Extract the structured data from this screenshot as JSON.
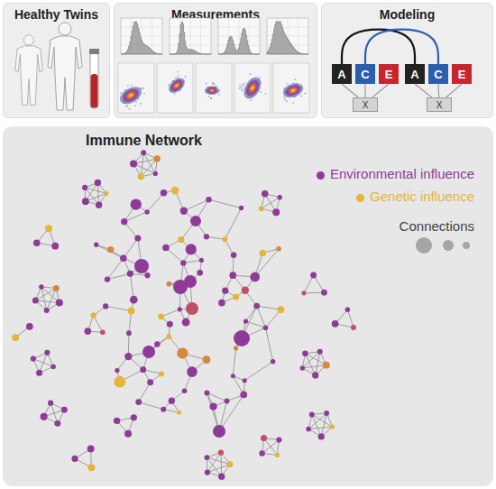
{
  "diagram": {
    "nodes": [
      {
        "text": [
          "Healthy Twins"
        ]
      },
      {
        "text": [
          "Measurements"
        ]
      },
      {
        "text": [
          "Modeling"
        ]
      },
      {
        "text": [
          "A"
        ],
        "in": 2
      },
      {
        "text": [
          "C"
        ],
        "in": 2
      },
      {
        "text": [
          "E"
        ],
        "in": 2
      },
      {
        "text": [
          "A"
        ],
        "in": 2
      },
      {
        "text": [
          "C"
        ],
        "in": 2
      },
      {
        "text": [
          "E"
        ],
        "in": 2
      },
      {
        "text": [
          "X"
        ],
        "in": 2
      },
      {
        "text": [
          "X"
        ],
        "in": 2
      },
      {
        "text": [
          "Immune Network"
        ]
      }
    ],
    "edges": [
      {
        "from": 3,
        "to": 6,
        "arrow": "none"
      },
      {
        "from": 4,
        "to": 7,
        "arrow": "none"
      },
      {
        "from": 3,
        "to": 9,
        "arrow": "none"
      },
      {
        "from": 4,
        "to": 9,
        "arrow": "none"
      },
      {
        "from": 5,
        "to": 9,
        "arrow": "none"
      },
      {
        "from": 6,
        "to": 10,
        "arrow": "none"
      },
      {
        "from": 7,
        "to": 10,
        "arrow": "none"
      },
      {
        "from": 8,
        "to": 10,
        "arrow": "none"
      }
    ],
    "legend": [
      {
        "text": "Environmental influence",
        "color": "#8e3b98"
      },
      {
        "text": "Genetic influence",
        "color": "#e6b43a"
      },
      {
        "text": "Connections"
      }
    ]
  }
}
